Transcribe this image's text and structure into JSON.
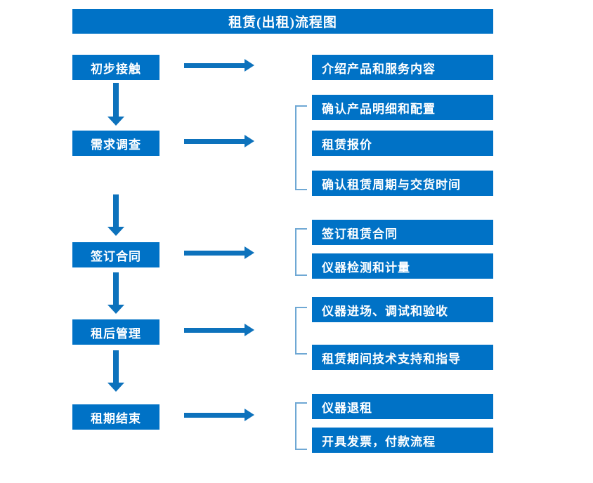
{
  "diagram": {
    "title": "租赁(出租)流程图",
    "colors": {
      "box_fill": "#0072C6",
      "box_text": "#FFFFFF",
      "arrow": "#0D72BC",
      "bracket": "#6FA8D4",
      "background": "#FFFFFF"
    },
    "stages": [
      {
        "label": "初步接触",
        "details": [
          "介绍产品和服务内容"
        ],
        "bracketed": false
      },
      {
        "label": "需求调查",
        "details": [
          "确认产品明细和配置",
          "租赁报价",
          "确认租赁周期与交货时间"
        ],
        "bracketed": true
      },
      {
        "label": "签订合同",
        "details": [
          "签订租赁合同",
          "仪器检测和计量"
        ],
        "bracketed": true
      },
      {
        "label": "租后管理",
        "details": [
          "仪器进场、调试和验收",
          "租赁期间技术支持和指导"
        ],
        "bracketed": true
      },
      {
        "label": "租期结束",
        "details": [
          "仪器退租",
          "开具发票，付款流程"
        ],
        "bracketed": true
      }
    ]
  }
}
